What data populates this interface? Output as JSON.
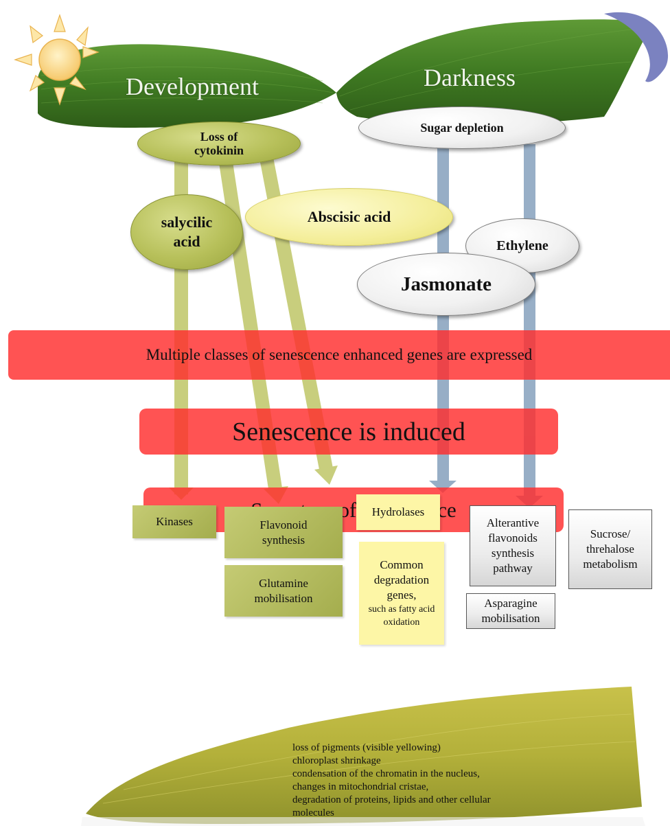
{
  "header": {
    "left_label": "Development",
    "right_label": "Darkness"
  },
  "ellipses": {
    "cytokinin": "Loss of cytokinin",
    "sugar": "Sugar depletion",
    "salicylic": "salycilic acid",
    "abscisic": "Abscisic acid",
    "ethylene": "Ethylene",
    "jasmonate": "Jasmonate"
  },
  "bands": {
    "genes": "Multiple classes of senescence enhanced genes are expressed",
    "induced": "Senescence is induced",
    "symptom": "Symptom of senescence"
  },
  "boxes": {
    "kinases": "Kinases",
    "flavonoid": "Flavonoid synthesis",
    "glutamine": "Glutamine mobilisation",
    "hydrolases": "Hydrolases",
    "common_main": "Common degradation genes,",
    "common_tail": "such as fatty acid oxidation",
    "alternative": "Alterantive flavonoids synthesis pathway",
    "asparagine": "Asparagine mobilisation",
    "sucrose": "Sucrose/ threhalose metabolism"
  },
  "symptoms": [
    "loss of pigments (visible yellowing)",
    "chloroplast shrinkage",
    "condensation of the chromatin in the nucleus,",
    "changes in mitochondrial cristae,",
    "degradation of proteins, lipids and other cellular",
    "molecules"
  ],
  "colors": {
    "olive_arrow": "#c3c96f",
    "blue_arrow": "#8fa8c2",
    "band_red": "#ff2d2d",
    "moon": "#7b82c0",
    "sun": "#fbd98a"
  }
}
